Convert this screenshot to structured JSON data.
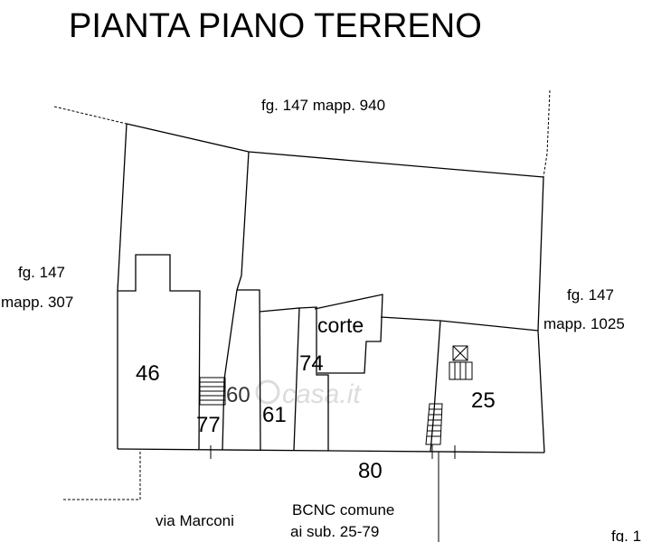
{
  "title": "PIANTA PIANO TERRENO",
  "parcels": {
    "top": "fg. 147 mapp. 940",
    "left_line1": "fg. 147",
    "left_line2": "mapp. 307",
    "right_line1": "fg. 147",
    "right_line2": "mapp. 1025"
  },
  "units": {
    "u46": "46",
    "u60": "60",
    "u61": "61",
    "u74": "74",
    "u77": "77",
    "u25": "25",
    "u80": "80",
    "corte": "corte"
  },
  "street": "via Marconi",
  "bcnc_line1": "BCNC comune",
  "bcnc_line2": "ai sub. 25-79",
  "corner_fragment": "fg. 1",
  "watermark": "casa.it"
}
